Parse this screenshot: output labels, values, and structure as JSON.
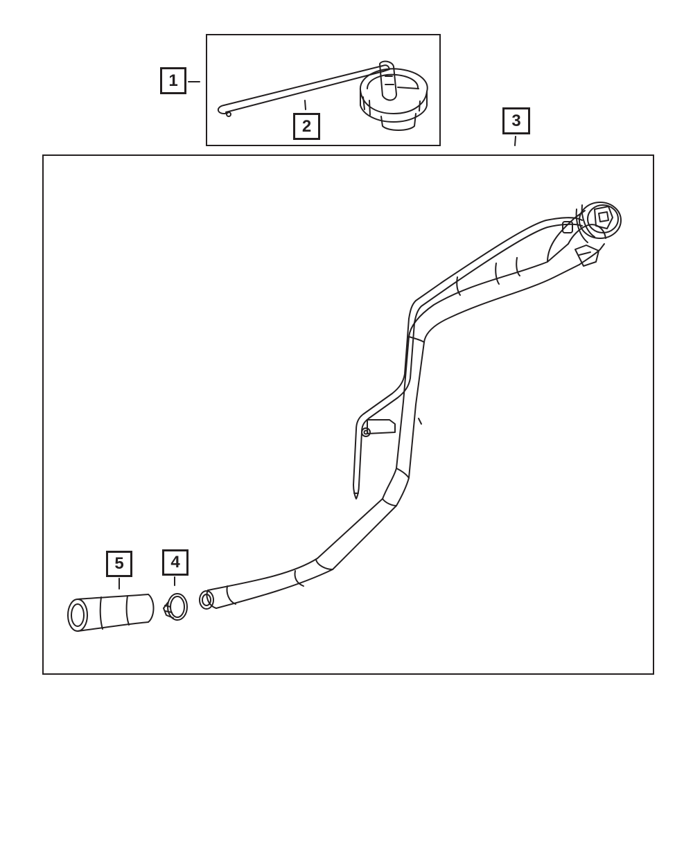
{
  "callouts": {
    "c1": "1",
    "c2": "2",
    "c3": "3",
    "c4": "4",
    "c5": "5"
  },
  "colors": {
    "line": "#231f20",
    "background": "#ffffff"
  },
  "icons": {
    "fuel_cap": "fuel-cap-icon",
    "tether": "tether-strap-icon",
    "filler_tube": "fuel-filler-tube-icon",
    "clamp": "hose-clamp-icon",
    "hose": "hose-icon"
  }
}
